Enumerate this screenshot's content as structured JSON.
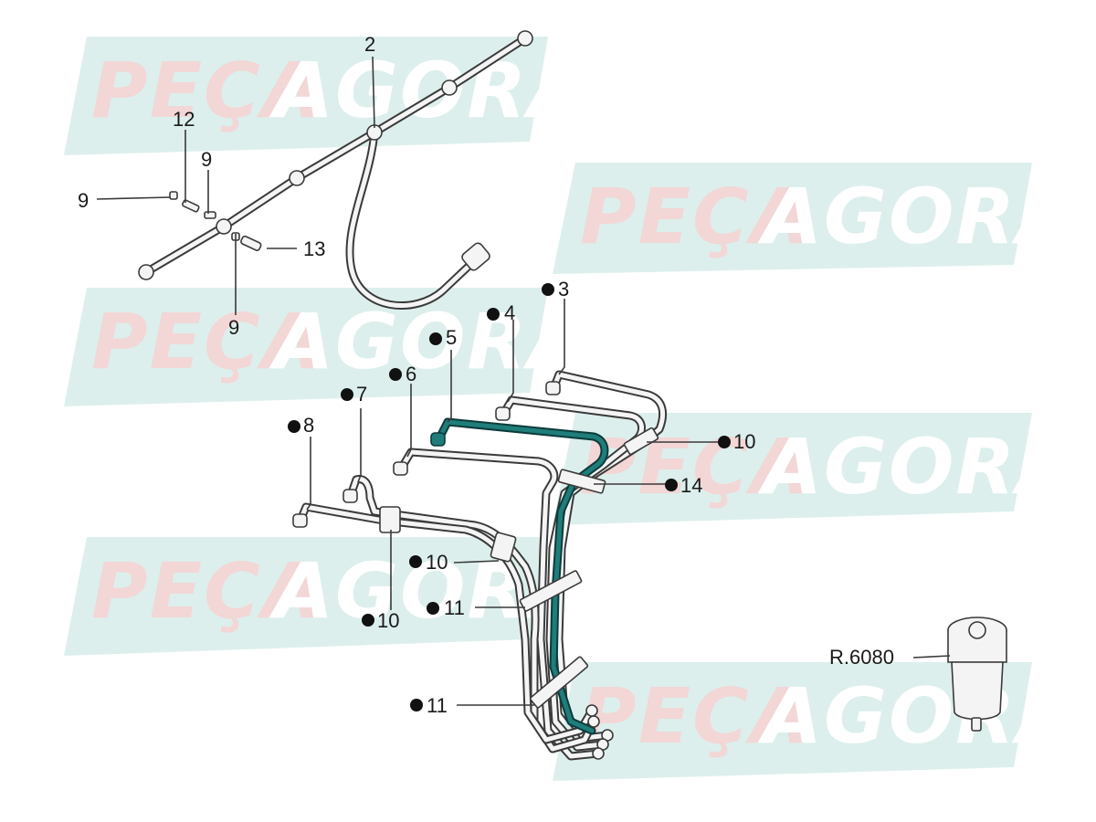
{
  "watermark": {
    "text_a": "PEÇA",
    "text_b": "AGORA"
  },
  "callouts": {
    "c2": "2",
    "c12": "12",
    "c9_top": "9",
    "c9_left": "9",
    "c9_bottom": "9",
    "c13": "13",
    "c3": "3",
    "c4": "4",
    "c5": "5",
    "c6": "6",
    "c7": "7",
    "c8": "8",
    "c10_right": "10",
    "c14": "14",
    "c10_mid": "10",
    "c10_low": "10",
    "c11_mid": "11",
    "c11_low": "11",
    "ref": "R.6080"
  },
  "colors": {
    "highlight_pipe": "#1f7d7a",
    "watermark_band": "#d6ece9",
    "line": "#3a3a3a"
  }
}
